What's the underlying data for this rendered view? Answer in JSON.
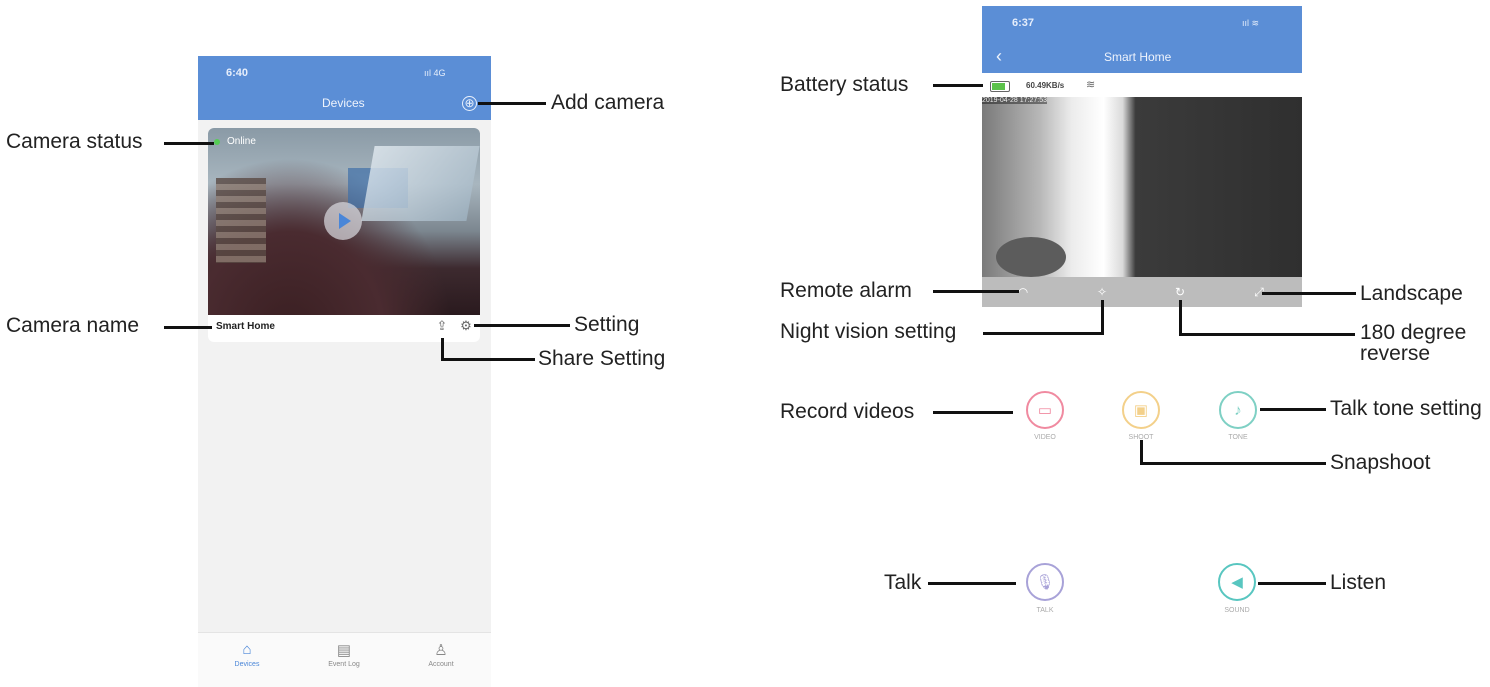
{
  "left_phone": {
    "status_time": "6:40",
    "status_icons": "ııl 4G",
    "title": "Devices",
    "add_icon": "⊕",
    "camera": {
      "status": "Online",
      "name": "Smart Home"
    },
    "share_icon": "⇪",
    "setting_icon": "⚙",
    "tabs": [
      {
        "label": "Devices",
        "icon": "home-icon",
        "glyph": "⌂",
        "active": true
      },
      {
        "label": "Event Log",
        "icon": "log-icon",
        "glyph": "▤",
        "active": false
      },
      {
        "label": "Account",
        "icon": "person-icon",
        "glyph": "♙",
        "active": false
      }
    ]
  },
  "right_phone": {
    "status_time": "6:37",
    "status_icons": "ııl ≋",
    "title": "Smart Home",
    "back_icon": "‹",
    "bitrate": "60.49KB/s",
    "video_timestamp": "2019-04-28 17:27:53",
    "controls": [
      {
        "name": "remote-alarm-icon",
        "glyph": "◠"
      },
      {
        "name": "night-vision-icon",
        "glyph": "✧"
      },
      {
        "name": "reverse-icon",
        "glyph": "↻"
      },
      {
        "name": "landscape-icon",
        "glyph": "⤢"
      }
    ],
    "functions": [
      {
        "name": "video",
        "label": "VIDEO",
        "glyph": "▭",
        "color": "#f08aa0"
      },
      {
        "name": "shoot",
        "label": "SHOOT",
        "glyph": "▣",
        "color": "#f3d08a"
      },
      {
        "name": "tone",
        "label": "TONE",
        "glyph": "♪",
        "color": "#7ed0c4"
      },
      {
        "name": "talk",
        "label": "TALK",
        "glyph": "🎙",
        "color": "#a8a2d8"
      },
      {
        "name": "sound",
        "label": "SOUND",
        "glyph": "◀",
        "color": "#58c6c0"
      }
    ]
  },
  "callouts": {
    "add_camera": "Add camera",
    "camera_status": "Camera status",
    "camera_name": "Camera name",
    "setting": "Setting",
    "share_setting": "Share Setting",
    "battery_status": "Battery status",
    "remote_alarm": "Remote alarm",
    "night_vision": "Night vision setting",
    "landscape": "Landscape",
    "reverse_180_line1": "180 degree",
    "reverse_180_line2": "reverse",
    "record_videos": "Record videos",
    "talk_tone": "Talk tone setting",
    "snapshoot": "Snapshoot",
    "talk": "Talk",
    "listen": "Listen"
  },
  "colors": {
    "header_blue": "#5b8ed6",
    "accent_blue": "#4a86d8",
    "online_green": "#55cc55",
    "battery_green": "#5cc24a"
  }
}
